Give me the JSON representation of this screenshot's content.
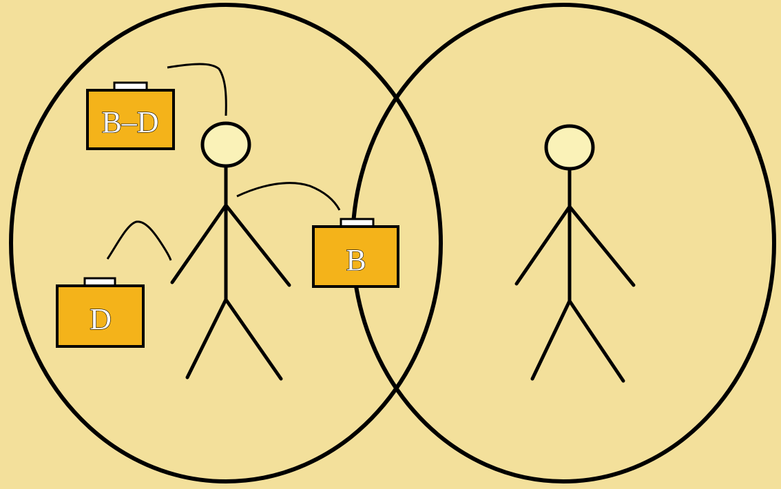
{
  "colors": {
    "background": "#F3E09B",
    "outline": "#000000",
    "briefcase_fill": "#F4B31A",
    "briefcase_handle": "#FFFFFF",
    "head_fill": "#FAF2B8",
    "label_fill": "#FFFFFF"
  },
  "briefcases": [
    {
      "label": "B–D"
    },
    {
      "label": "B"
    },
    {
      "label": "D"
    }
  ],
  "figures": [
    {
      "icon": "stick-figure-person-icon"
    },
    {
      "icon": "stick-figure-person-icon"
    }
  ],
  "circles": [
    {
      "icon": "circle-region"
    },
    {
      "icon": "circle-region"
    }
  ]
}
